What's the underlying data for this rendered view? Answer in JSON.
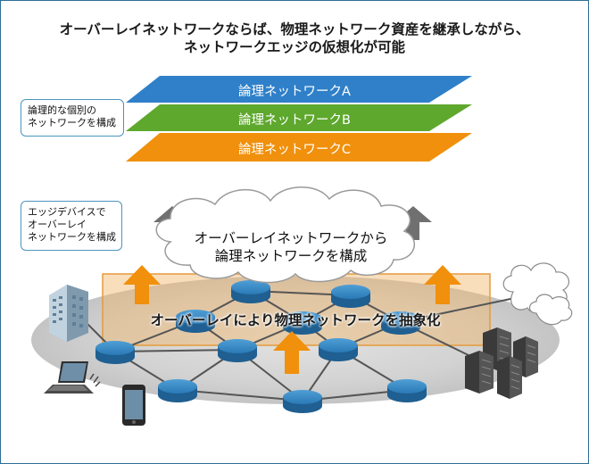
{
  "title": {
    "line1": "オーバーレイネットワークならば、物理ネットワーク資産を継承しながら、",
    "line2": "ネットワークエッジの仮想化が可能"
  },
  "layers": [
    {
      "label": "論理ネットワークA",
      "color": "#2f80c9"
    },
    {
      "label": "論理ネットワークB",
      "color": "#5ea82e"
    },
    {
      "label": "論理ネットワークC",
      "color": "#f0900c"
    }
  ],
  "callout_logical": {
    "lines": [
      "論理的な個別の",
      "ネットワークを構成"
    ]
  },
  "callout_edge": {
    "lines": [
      "エッジデバイスで",
      "オーバーレイ",
      "ネットワークを構成"
    ]
  },
  "cloud": {
    "lines": [
      "オーバーレイネットワークから",
      "論理ネットワークを構成"
    ]
  },
  "overlay_text": "オーバーレイにより物理ネットワークを抽象化",
  "colors": {
    "border": "#2e6f95",
    "node": "#2a79b6",
    "up_arrow_gray": "#707070",
    "up_arrow_orange": "#f0900c",
    "overlay_band": "#f2b56b"
  }
}
